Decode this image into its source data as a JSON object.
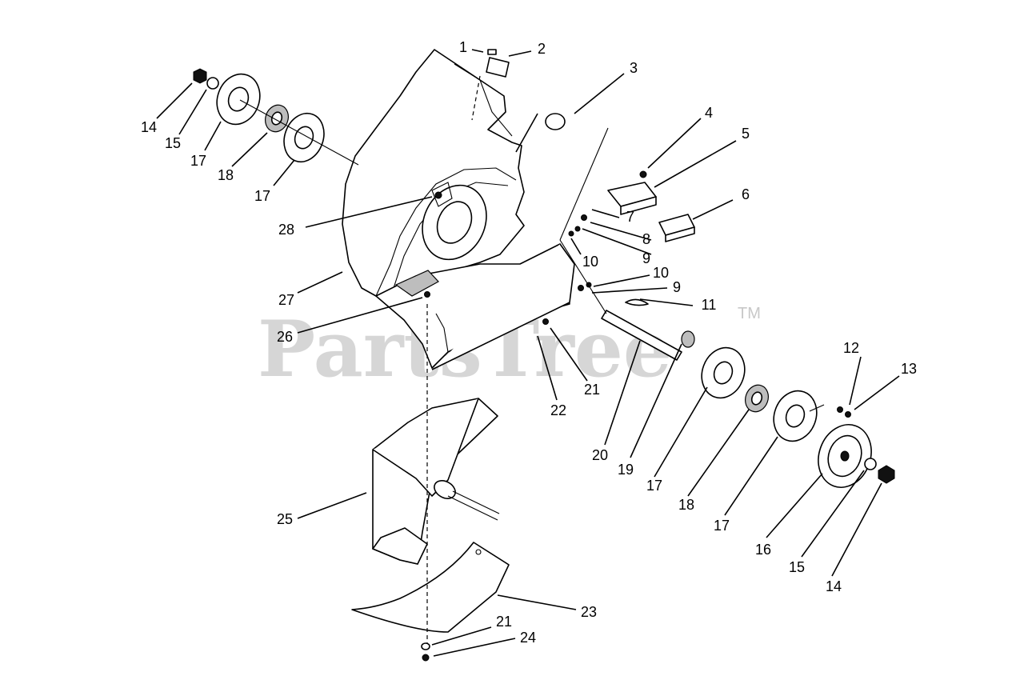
{
  "watermark": {
    "text": "PartsTree",
    "tm": "TM"
  },
  "callouts": [
    {
      "id": "c1",
      "text": "1"
    },
    {
      "id": "c2",
      "text": "2"
    },
    {
      "id": "c3",
      "text": "3"
    },
    {
      "id": "c4",
      "text": "4"
    },
    {
      "id": "c5",
      "text": "5"
    },
    {
      "id": "c6",
      "text": "6"
    },
    {
      "id": "c7",
      "text": "7"
    },
    {
      "id": "c8",
      "text": "8"
    },
    {
      "id": "c9a",
      "text": "9"
    },
    {
      "id": "c10a",
      "text": "10"
    },
    {
      "id": "c10b",
      "text": "10"
    },
    {
      "id": "c9b",
      "text": "9"
    },
    {
      "id": "c11",
      "text": "11"
    },
    {
      "id": "c12",
      "text": "12"
    },
    {
      "id": "c13",
      "text": "13"
    },
    {
      "id": "c14a",
      "text": "14"
    },
    {
      "id": "c15a",
      "text": "15"
    },
    {
      "id": "c17a",
      "text": "17"
    },
    {
      "id": "c18a",
      "text": "18"
    },
    {
      "id": "c17b",
      "text": "17"
    },
    {
      "id": "c28",
      "text": "28"
    },
    {
      "id": "c27",
      "text": "27"
    },
    {
      "id": "c26",
      "text": "26"
    },
    {
      "id": "c22",
      "text": "22"
    },
    {
      "id": "c21a",
      "text": "21"
    },
    {
      "id": "c20",
      "text": "20"
    },
    {
      "id": "c19",
      "text": "19"
    },
    {
      "id": "c17c",
      "text": "17"
    },
    {
      "id": "c18b",
      "text": "18"
    },
    {
      "id": "c17d",
      "text": "17"
    },
    {
      "id": "c16",
      "text": "16"
    },
    {
      "id": "c15b",
      "text": "15"
    },
    {
      "id": "c14b",
      "text": "14"
    },
    {
      "id": "c25",
      "text": "25"
    },
    {
      "id": "c23",
      "text": "23"
    },
    {
      "id": "c21b",
      "text": "21"
    },
    {
      "id": "c24",
      "text": "24"
    }
  ]
}
